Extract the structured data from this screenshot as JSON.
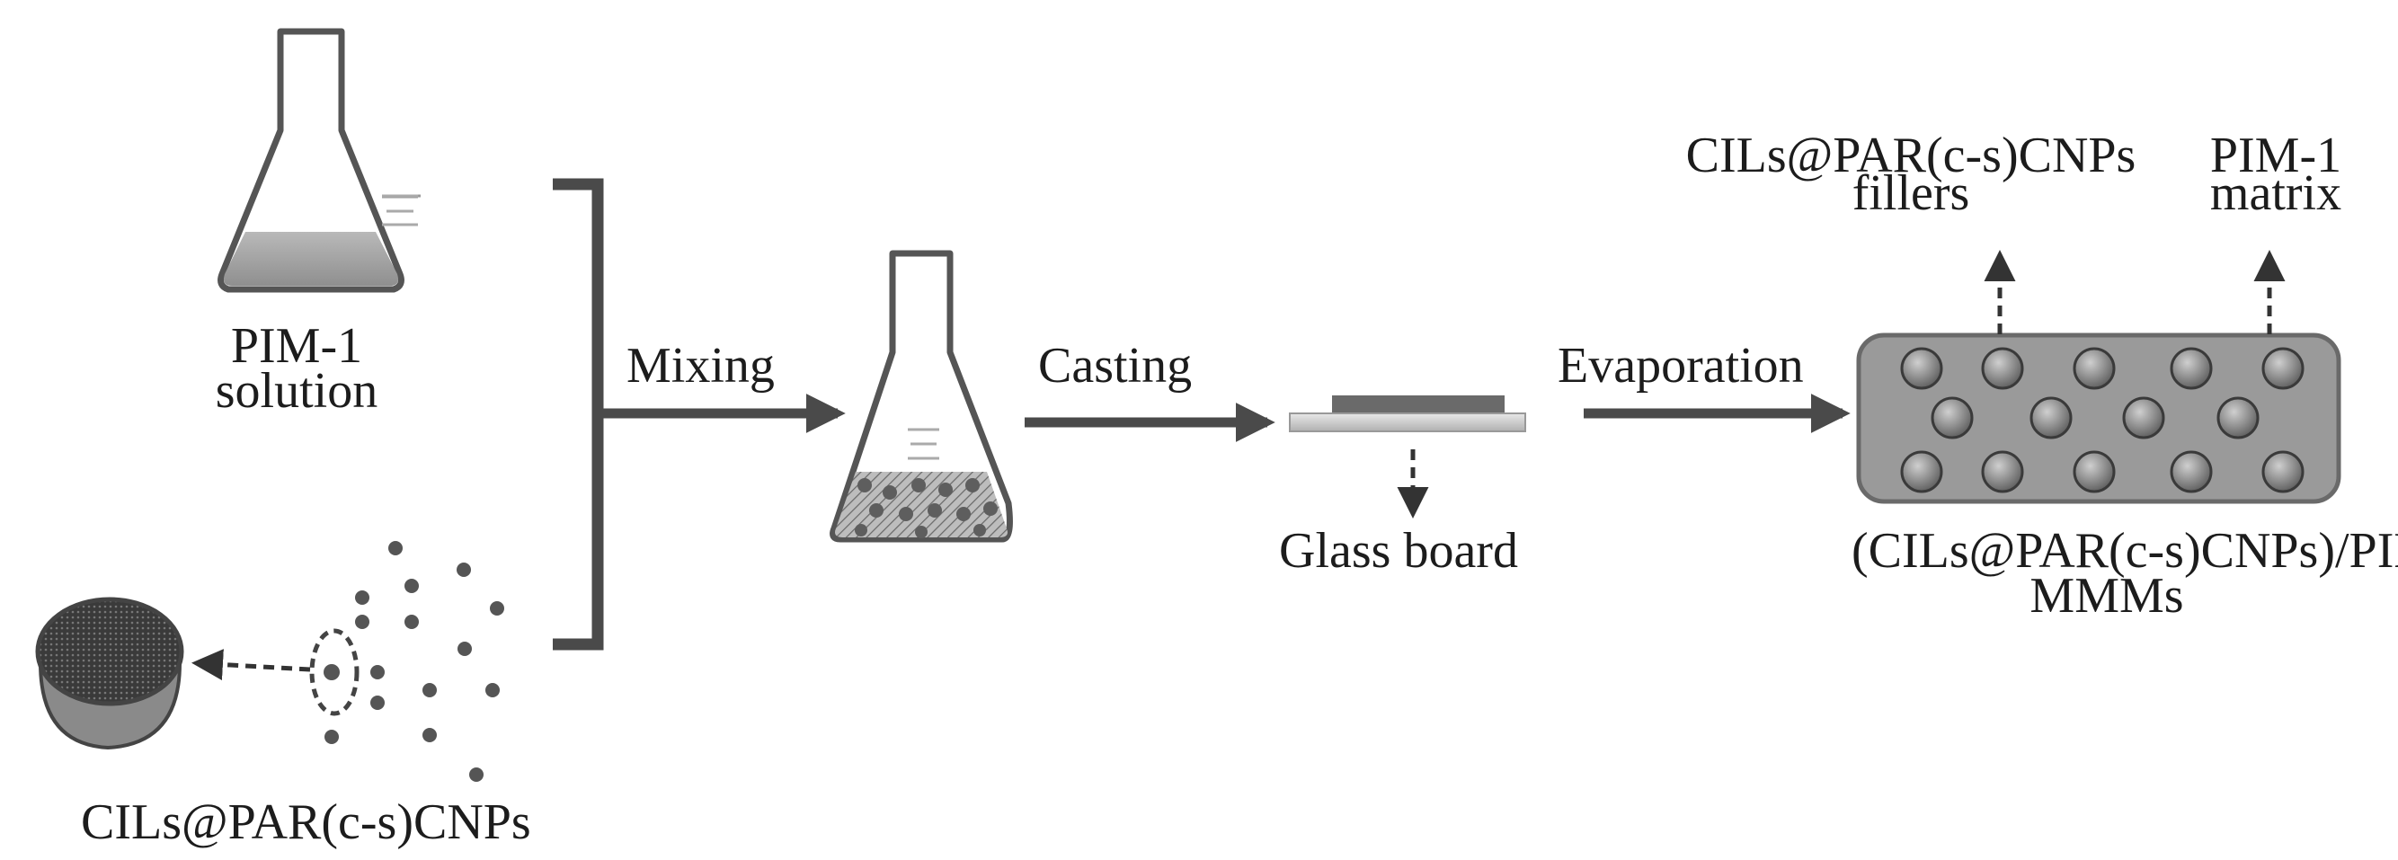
{
  "labels": {
    "pim_solution_line1": "PIM-1",
    "pim_solution_line2": "solution",
    "nanoparticles": "CILs@PAR(c-s)CNPs",
    "mixing": "Mixing",
    "casting": "Casting",
    "glass_board": "Glass board",
    "evaporation": "Evaporation",
    "fillers_line1": "CILs@PAR(c-s)CNPs",
    "fillers_line2": "fillers",
    "matrix_line1": "PIM-1",
    "matrix_line2": "matrix",
    "membrane_line1": "(CILs@PAR(c-s)CNPs)/PIM",
    "membrane_line2": "MMMs"
  },
  "colors": {
    "arrow": "#4a4a4a",
    "flask_liquid": "#a8a8a8",
    "membrane_fill": "#9a9a9a",
    "particle": "#6e6e6e",
    "text": "#1c1c1c"
  },
  "icons": [
    "erlenmeyer-flask-icon",
    "petri-dish-icon",
    "glass-board-icon",
    "membrane-icon"
  ]
}
